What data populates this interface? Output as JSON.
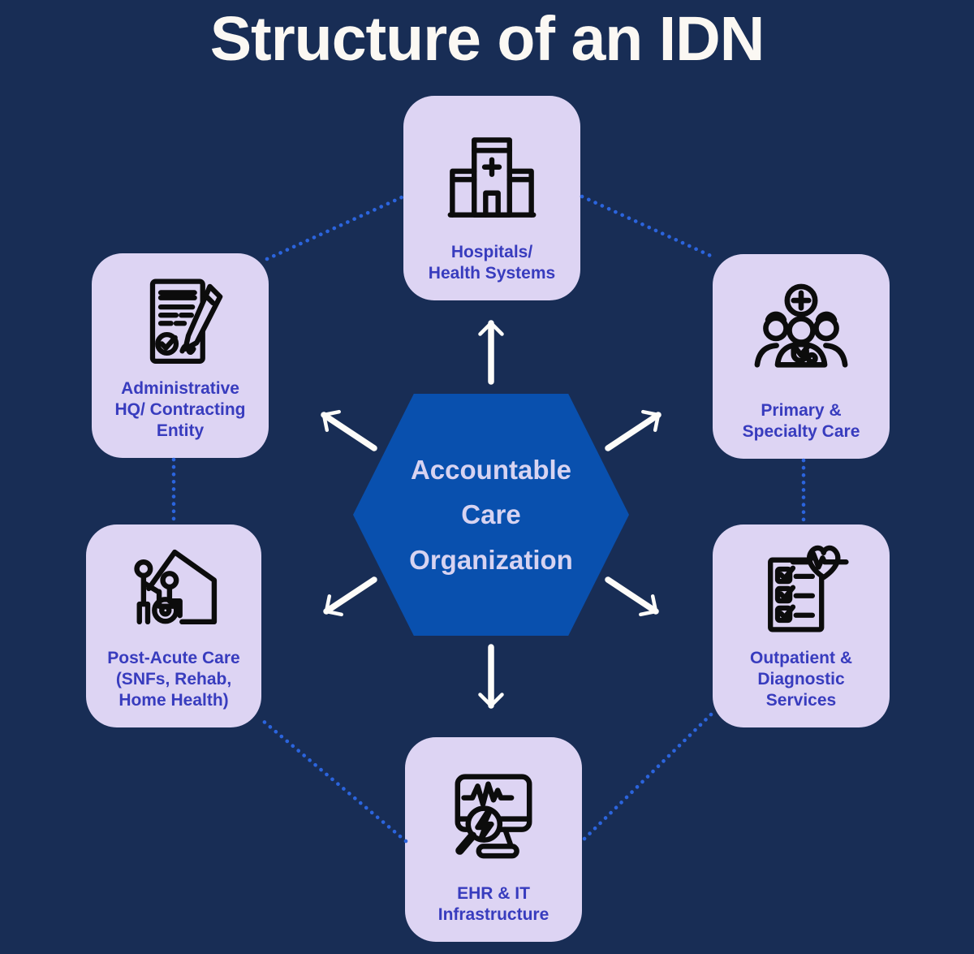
{
  "page": {
    "title": "Structure of an IDN"
  },
  "center": {
    "label": "Accountable\nCare\nOrganization"
  },
  "nodes": [
    {
      "id": "hospitals",
      "label": "Hospitals/\nHealth Systems",
      "icon": "hospital-building-icon"
    },
    {
      "id": "admin-hq",
      "label": "Administrative\nHQ/ Contracting\nEntity",
      "icon": "contract-pen-icon"
    },
    {
      "id": "primary",
      "label": "Primary &\nSpecialty Care",
      "icon": "care-team-icon"
    },
    {
      "id": "post-acute",
      "label": "Post-Acute Care\n(SNFs, Rehab,\nHome Health)",
      "icon": "home-wheelchair-icon"
    },
    {
      "id": "outpatient",
      "label": "Outpatient &\nDiagnostic\nServices",
      "icon": "checklist-heart-icon"
    },
    {
      "id": "ehr",
      "label": "EHR & IT\nInfrastructure",
      "icon": "monitor-magnifier-icon"
    }
  ],
  "connections": {
    "arrows_from_center": [
      "hospitals",
      "admin-hq",
      "primary",
      "post-acute",
      "outpatient",
      "ehr"
    ],
    "dotted_ring": [
      [
        "admin-hq",
        "hospitals"
      ],
      [
        "hospitals",
        "primary"
      ],
      [
        "primary",
        "outpatient"
      ],
      [
        "outpatient",
        "ehr"
      ],
      [
        "ehr",
        "post-acute"
      ],
      [
        "post-acute",
        "admin-hq"
      ]
    ]
  },
  "colors": {
    "background": "#182d55",
    "card_fill": "#ddd4f3",
    "card_text": "#383cbe",
    "hexagon_fill": "#0950ae",
    "hexagon_text": "#d7d3f1",
    "dotted_line": "#2b64dd",
    "arrow": "#fdfcf9",
    "title_text": "#fbf8f3",
    "icon_stroke": "#0c0c0c"
  }
}
